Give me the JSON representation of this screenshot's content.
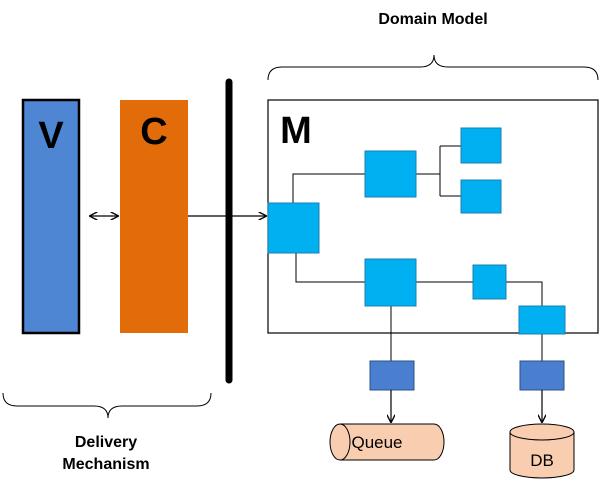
{
  "labels": {
    "domain_model": "Domain Model",
    "delivery_line1": "Delivery",
    "delivery_line2": "Mechanism",
    "view": "V",
    "controller": "C",
    "model": "M",
    "queue": "Queue",
    "db": "DB"
  },
  "colors": {
    "view_fill": "#4f86d4",
    "controller_fill": "#e36c0a",
    "model_node": "#00b0f0",
    "adapter_node": "#4a7fd0",
    "storage_fill": "#f9cdb0",
    "line": "#000000"
  }
}
